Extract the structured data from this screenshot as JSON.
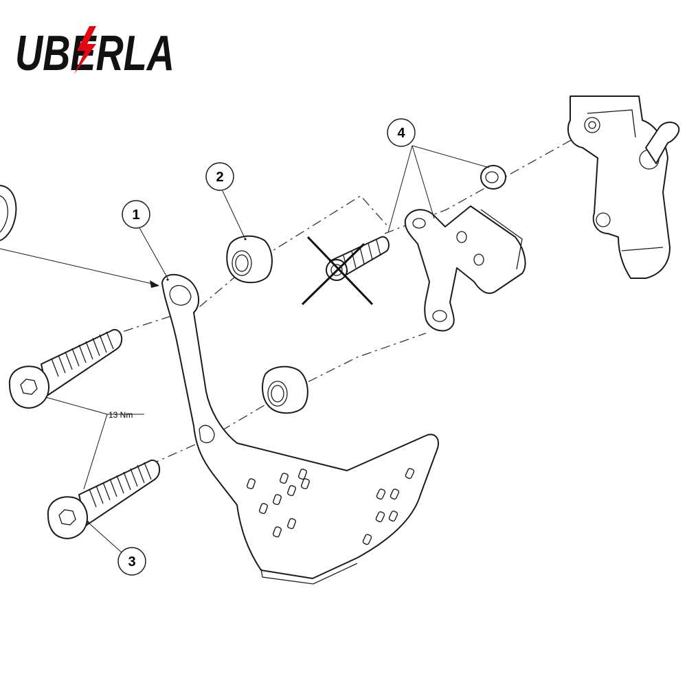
{
  "logo": {
    "text": "UBERLA",
    "accent_color": "#e30613",
    "text_color": "#111111"
  },
  "callouts": [
    {
      "id": "1",
      "label": "1"
    },
    {
      "id": "2",
      "label": "2"
    },
    {
      "id": "3",
      "label": "3"
    },
    {
      "id": "4",
      "label": "4"
    }
  ],
  "torque_label": "13 Nm",
  "colors": {
    "line": "#1a1a1a",
    "background": "#ffffff",
    "crossout": "#111111"
  }
}
